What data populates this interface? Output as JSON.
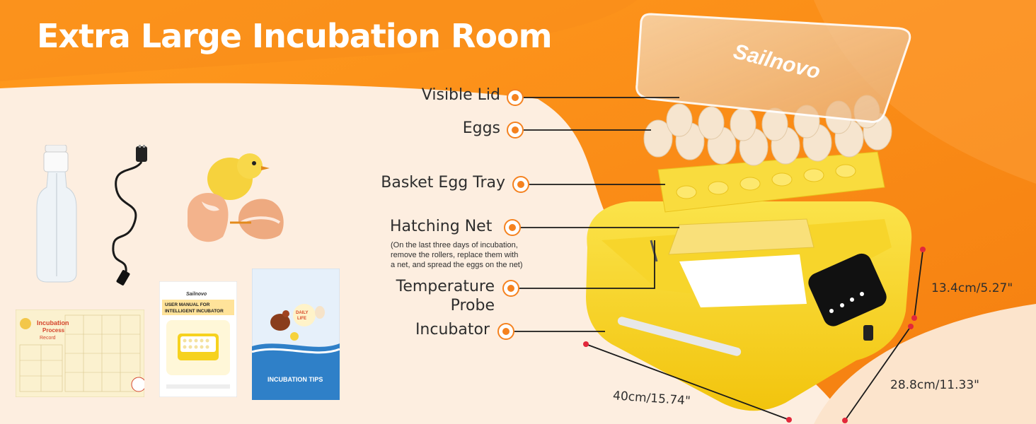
{
  "headline": "Extra Large Incubation Room",
  "brand_logo": "Sailnovo",
  "callouts": {
    "visible_lid": "Visible Lid",
    "eggs": "Eggs",
    "basket_egg_tray": "Basket Egg Tray",
    "hatching_net": "Hatching Net",
    "hatching_net_note": [
      "(On the last three days of incubation,",
      "remove the rollers, replace them with",
      "a net, and spread the eggs on the net)"
    ],
    "temperature_probe_line1": "Temperature",
    "temperature_probe_line2": "Probe",
    "incubator": "Incubator"
  },
  "dimensions": {
    "height": "13.4cm/5.27\"",
    "depth": "28.8cm/11.33\"",
    "width": "40cm/15.74\""
  },
  "accessories": {
    "record_card": {
      "title_line1": "Incubation",
      "title_line2": "Process",
      "title_line3": "Record"
    },
    "manual": {
      "brand": "Sailnovo",
      "title_line1": "USER MANUAL FOR",
      "title_line2": "INTELLIGENT INCUBATOR"
    },
    "tips_booklet": {
      "title": "INCUBATION TIPS",
      "badge_line1": "DAILY",
      "badge_line2": "LIFE"
    }
  },
  "colors": {
    "accent_orange": "#f5821f",
    "incubator_yellow": "#f6d21e",
    "background_cream": "#fdeee0"
  }
}
